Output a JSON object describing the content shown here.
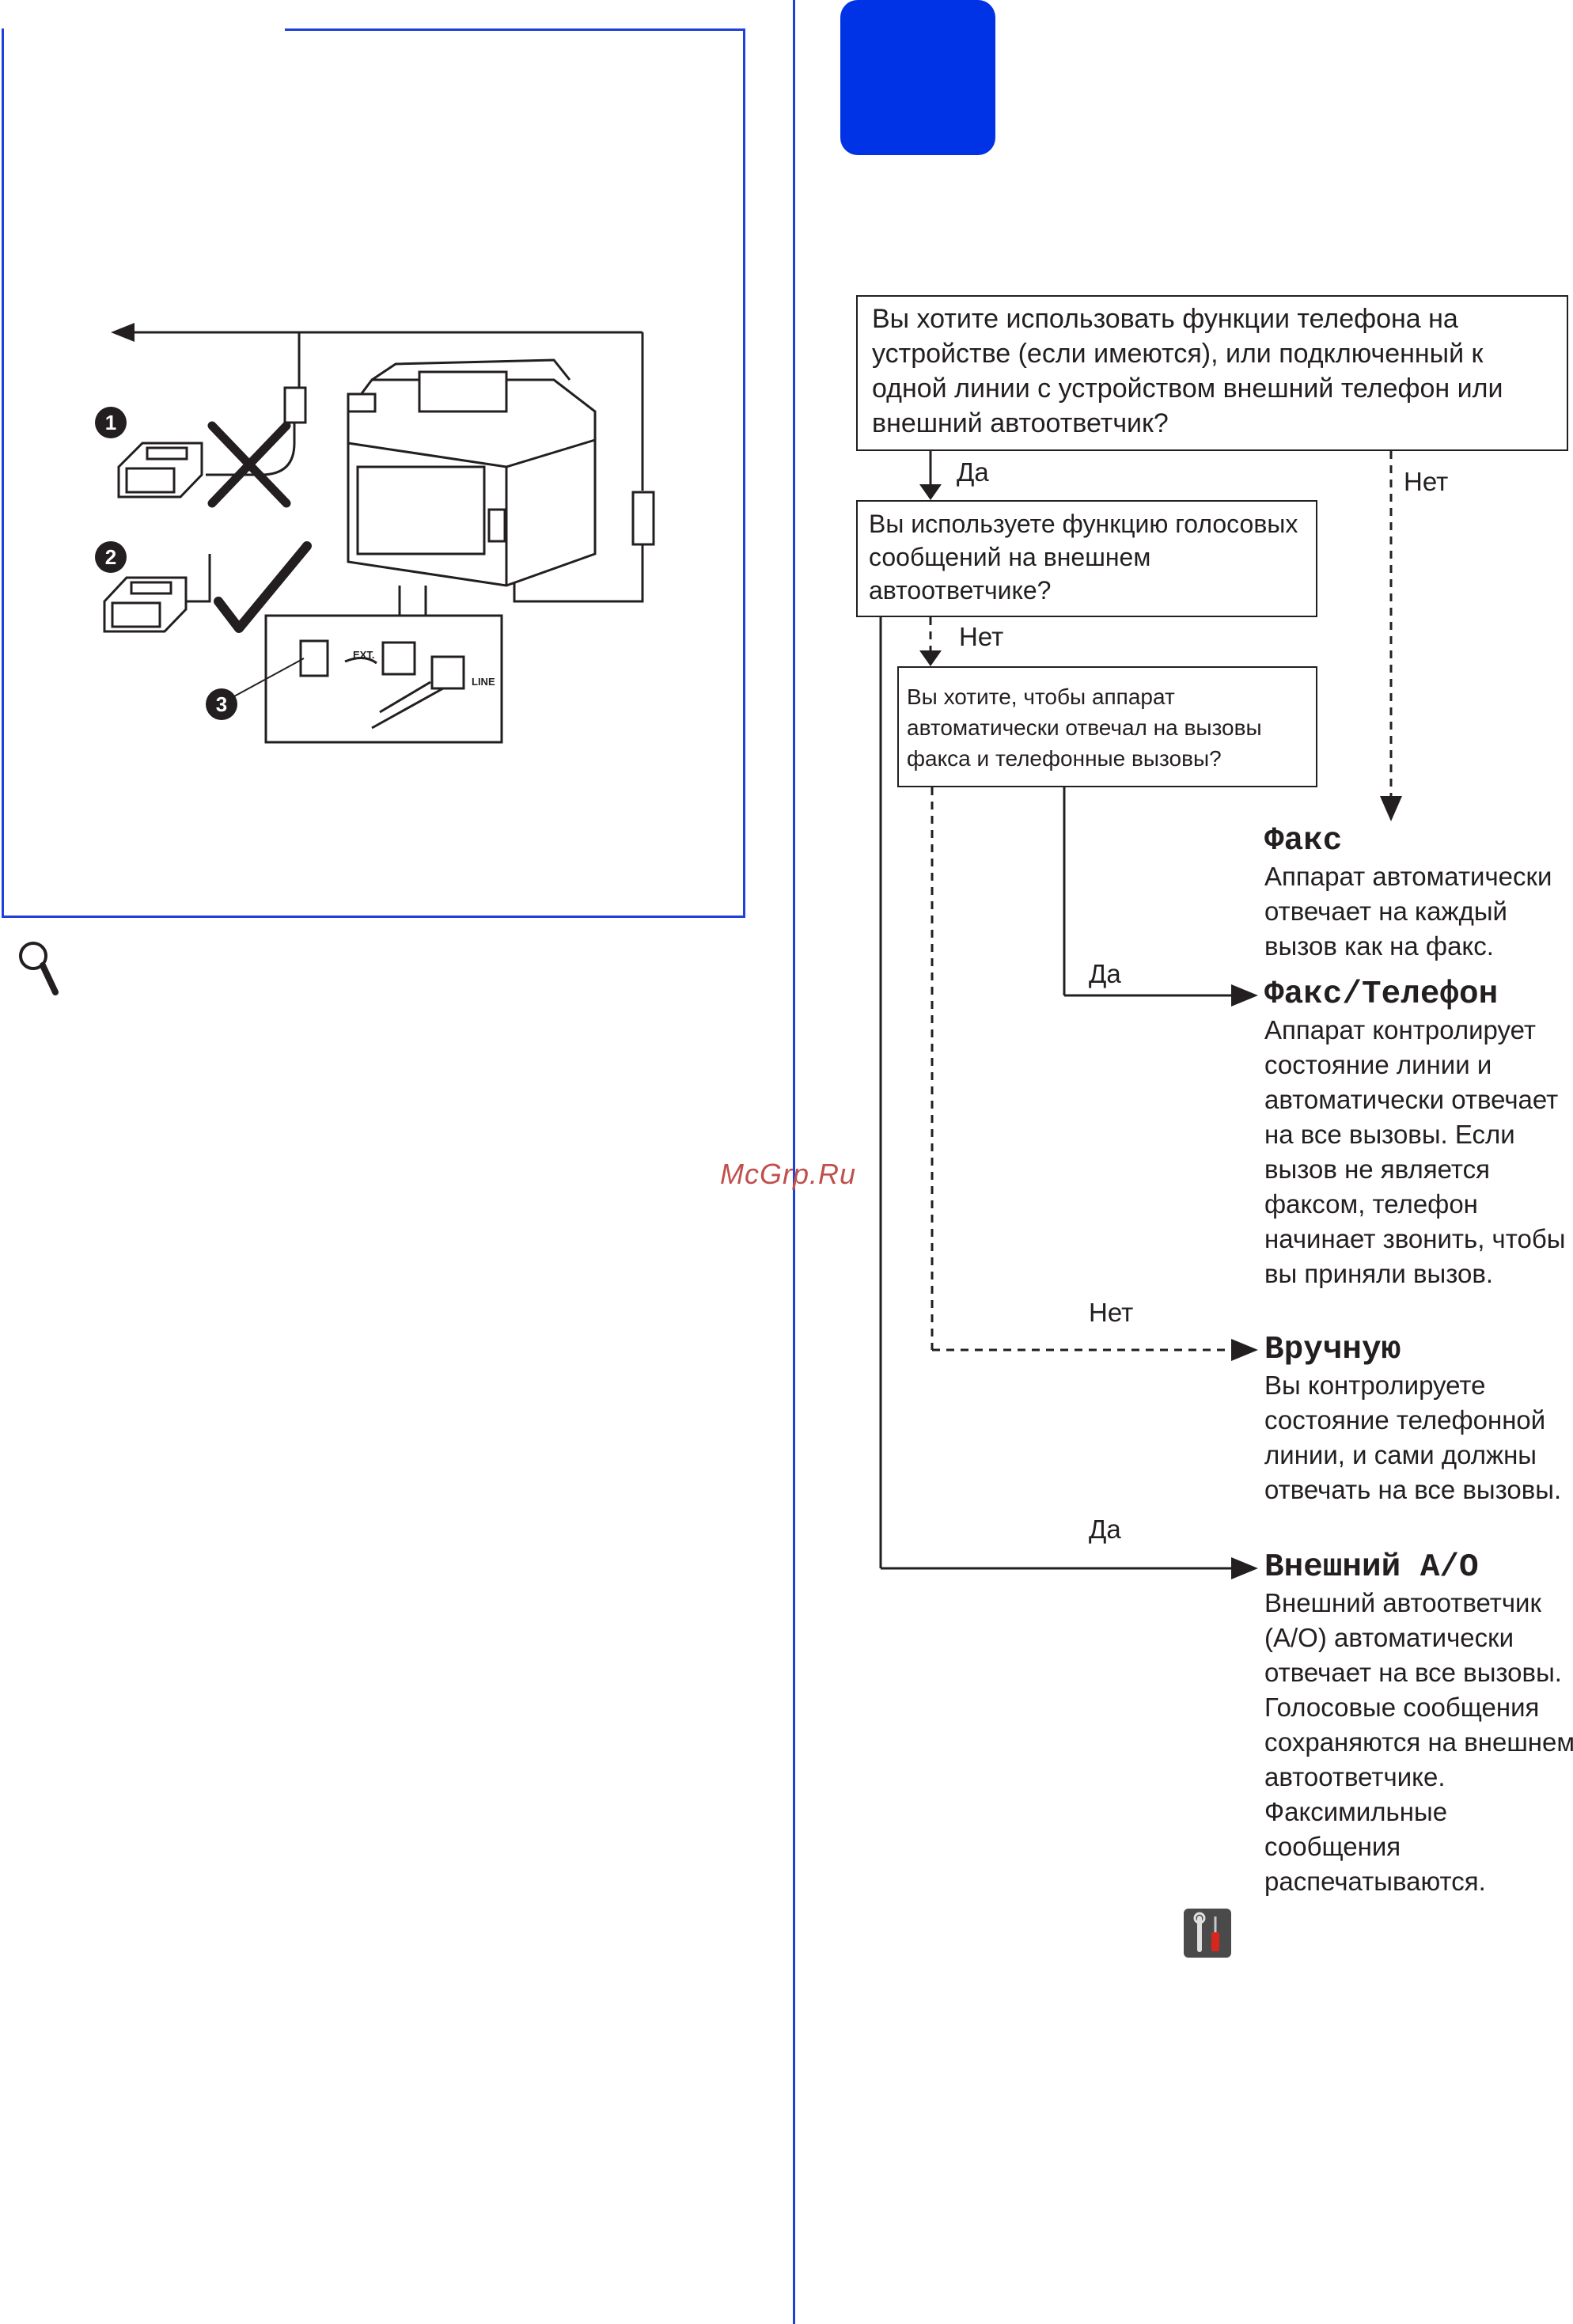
{
  "watermark": "McGrp.Ru",
  "diagram": {
    "callouts": [
      "1",
      "2",
      "3"
    ],
    "port_labels": {
      "ext": "EXT.",
      "line": "LINE"
    }
  },
  "flowchart": {
    "q1": "Вы хотите использовать функции телефона на устройстве (если имеются), или подключенный к одной линии с устройством внешний телефон или внешний автоответчик?",
    "q2": "Вы используете функцию голосовых сообщений на внешнем автоответчике?",
    "q3": "Вы хотите, чтобы аппарат автоматически отвечал на вызовы факса и телефонные вызовы?",
    "labels": {
      "q1_yes": "Да",
      "q1_no": "Нет",
      "q2_no": "Нет",
      "q3_yes": "Да",
      "q3_no": "Нет",
      "q2_yes": "Да"
    },
    "modes": [
      {
        "title": "Факс",
        "desc": "Аппарат автоматически отвечает на каждый вызов как на факс."
      },
      {
        "title": "Факс/Телефон",
        "desc": "Аппарат контролирует состояние линии и автоматически отвечает на все вызовы. Если вызов не является факсом, телефон начинает звонить, чтобы вы приняли вызов."
      },
      {
        "title": "Вручную",
        "desc": "Вы контролируете состояние телефонной линии, и сами должны отвечать на все вызовы."
      },
      {
        "title": "Внешний А/О",
        "desc": "Внешний автоответчик (А/О) автоматически отвечает на все вызовы. Голосовые сообщения сохраняются на внешнем автоответчике. Факсимильные сообщения распечатываются."
      }
    ]
  },
  "icons": [
    "magnifier-icon",
    "tools-icon",
    "check-icon",
    "cross-icon"
  ],
  "colors": {
    "accent_blue": "#1f3fd8",
    "badge_blue": "#0033e6",
    "watermark": "#c0504d"
  }
}
